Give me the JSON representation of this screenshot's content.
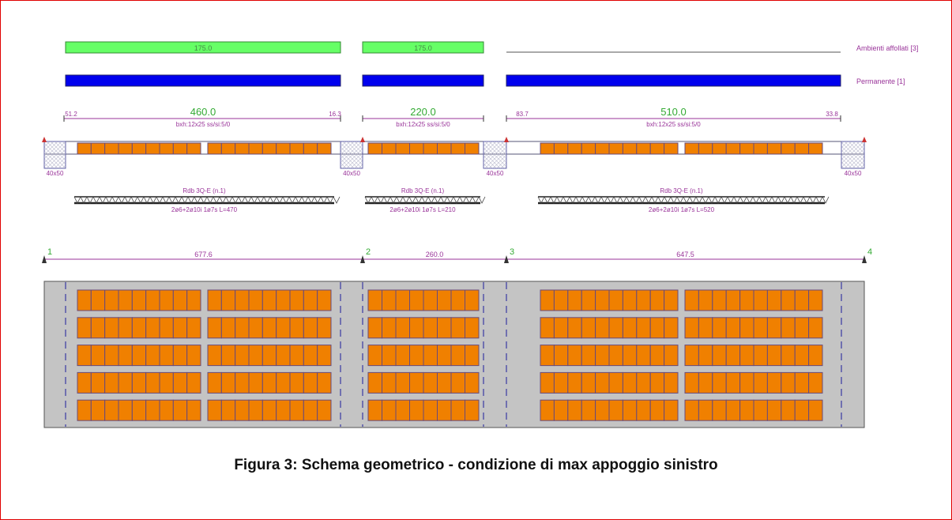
{
  "legend": {
    "load_case_1": "Ambienti affollati [3]",
    "load_case_2": "Permanente [1]"
  },
  "loads": {
    "affollati": [
      "175.0",
      "175.0",
      ""
    ],
    "permanente": [
      "",
      "",
      ""
    ]
  },
  "spans": [
    {
      "length": "460.0",
      "left_offset": "51.2",
      "right_offset": "16.3",
      "section": "bxh:12x25  ss/si:5/0",
      "truss_name": "Rdb 3Q-E (n.1)",
      "truss_spec": "2ø6+2ø10i 1ø7s L=470",
      "axis_length": "677.6",
      "block_groups": [
        9,
        9
      ]
    },
    {
      "length": "220.0",
      "left_offset": "",
      "right_offset": "",
      "section": "bxh:12x25  ss/si:5/0",
      "truss_name": "Rdb 3Q-E (n.1)",
      "truss_spec": "2ø6+2ø10i 1ø7s L=210",
      "axis_length": "260.0",
      "block_groups": [
        8
      ]
    },
    {
      "length": "510.0",
      "left_offset": "83.7",
      "right_offset": "33.8",
      "section": "bxh:12x25  ss/si:5/0",
      "truss_name": "Rdb 3Q-E (n.1)",
      "truss_spec": "2ø6+2ø10i 1ø7s L=520",
      "axis_length": "647.5",
      "block_groups": [
        10,
        10
      ]
    }
  ],
  "supports": [
    {
      "node": "1",
      "section": "40x50"
    },
    {
      "node": "2",
      "section": "40x50"
    },
    {
      "node": "3",
      "section": "40x50"
    },
    {
      "node": "4",
      "section": "40x50"
    }
  ],
  "plan_rows": 5,
  "colors": {
    "variable_load": "#66ff66",
    "permanent_load": "#0000ee",
    "block": "#f08000",
    "dimension": "#993399",
    "span_length": "#33aa33",
    "plan_background": "#c4c4c4",
    "frame_border": "#e00000"
  },
  "caption": "Figura 3: Schema geometrico - condizione di max appoggio sinistro"
}
